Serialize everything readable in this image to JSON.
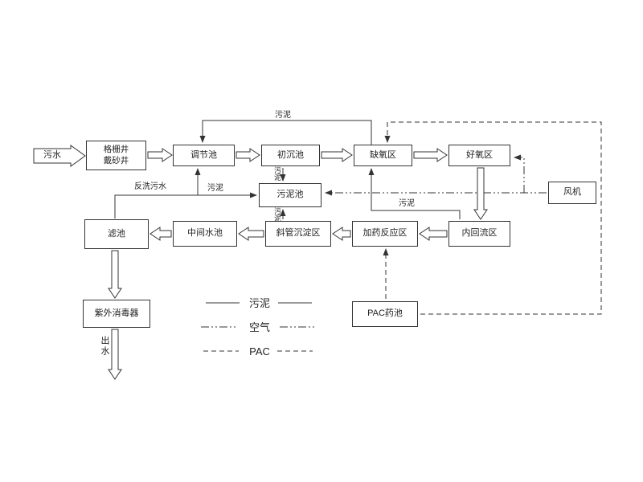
{
  "colors": {
    "line": "#333333",
    "background": "#ffffff",
    "text": "#222222"
  },
  "nodes": {
    "sewage": "污水",
    "grit1": "格栅井",
    "grit2": "戴砂井",
    "regulating": "调节池",
    "primary": "初沉池",
    "anoxic": "缺氧区",
    "aerobic": "好氧区",
    "fan": "风机",
    "sludge_tank": "污泥池",
    "filter": "滤池",
    "intermediate": "中间水池",
    "inclined": "斜管沉淀区",
    "dosing": "加药反应区",
    "reflux": "内回流区",
    "uv": "紫外消毒器",
    "pac": "PAC药池",
    "outlet": "出水"
  },
  "flows": {
    "backwash": "反洗污水",
    "sludge_top": "污泥",
    "sludge_regulating": "污泥",
    "sludge_primary": "污泥",
    "sludge_inclined": "污泥",
    "sludge_return": "污泥"
  },
  "legend": [
    {
      "label": "污泥",
      "style": "solid"
    },
    {
      "label": "空气",
      "style": "dash-dot-dot"
    },
    {
      "label": "PAC",
      "style": "dashed"
    }
  ],
  "edges": [
    {
      "from": "污水",
      "to": "格栅井戴砂井",
      "type": "main"
    },
    {
      "from": "格栅井戴砂井",
      "to": "调节池",
      "type": "main"
    },
    {
      "from": "调节池",
      "to": "初沉池",
      "type": "main"
    },
    {
      "from": "初沉池",
      "to": "缺氧区",
      "type": "main"
    },
    {
      "from": "缺氧区",
      "to": "好氧区",
      "type": "main"
    },
    {
      "from": "好氧区",
      "to": "内回流区",
      "type": "main"
    },
    {
      "from": "内回流区",
      "to": "加药反应区",
      "type": "main"
    },
    {
      "from": "加药反应区",
      "to": "斜管沉淀区",
      "type": "main"
    },
    {
      "from": "斜管沉淀区",
      "to": "中间水池",
      "type": "main"
    },
    {
      "from": "中间水池",
      "to": "滤池",
      "type": "main"
    },
    {
      "from": "滤池",
      "to": "紫外消毒器",
      "type": "main"
    },
    {
      "from": "紫外消毒器",
      "to": "出水",
      "type": "main"
    },
    {
      "from": "初沉池",
      "to": "污泥池",
      "type": "污泥"
    },
    {
      "from": "斜管沉淀区",
      "to": "污泥池",
      "type": "污泥"
    },
    {
      "from": "调节池",
      "to": "污泥池",
      "type": "污泥"
    },
    {
      "from": "内回流区",
      "to": "缺氧区",
      "type": "污泥"
    },
    {
      "from": "缺氧区",
      "to": "调节池",
      "type": "污泥"
    },
    {
      "from": "滤池",
      "to": "调节池",
      "type": "反洗污水"
    },
    {
      "from": "风机",
      "to": "污泥池",
      "type": "空气"
    },
    {
      "from": "风机",
      "to": "好氧区",
      "type": "空气"
    },
    {
      "from": "PAC药池",
      "to": "加药反应区",
      "type": "PAC"
    },
    {
      "from": "PAC药池",
      "to": "缺氧区",
      "type": "PAC"
    }
  ]
}
